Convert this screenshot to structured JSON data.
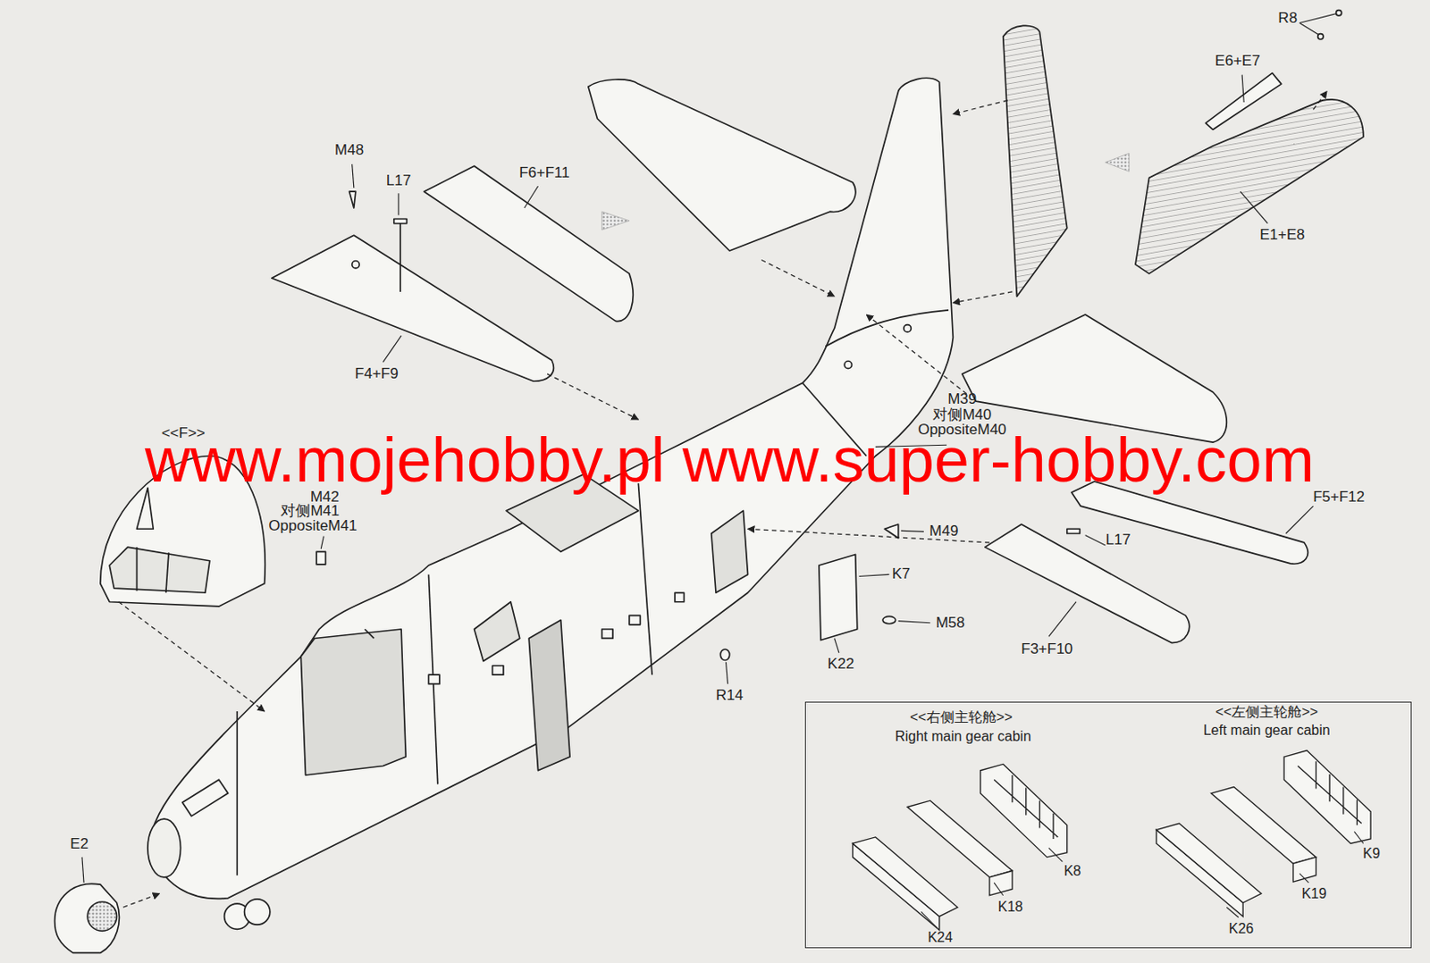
{
  "diagram": {
    "nodes": [
      {
        "text": [
          "<<右侧主轮舱>>",
          "Right main gear cabin",
          "<<左侧主轮舱>>",
          "Left main gear cabin",
          "K8",
          "K18",
          "K24",
          "K9",
          "K19",
          "K26"
        ]
      }
    ],
    "labels": [
      "R8",
      "E6+E7",
      "E1+E8",
      "M48",
      "L17",
      "F6+F11",
      "F4+F9",
      "<<F>>",
      "M42",
      "对侧M41",
      "OppositeM41",
      "M39",
      "对侧M40",
      "OppositeM40",
      "F5+F12",
      "L17",
      "M49",
      "K7",
      "M58",
      "K22",
      "F3+F10",
      "R14",
      "E2",
      "www.mojehobby.pl www.super-hobby.com"
    ]
  }
}
